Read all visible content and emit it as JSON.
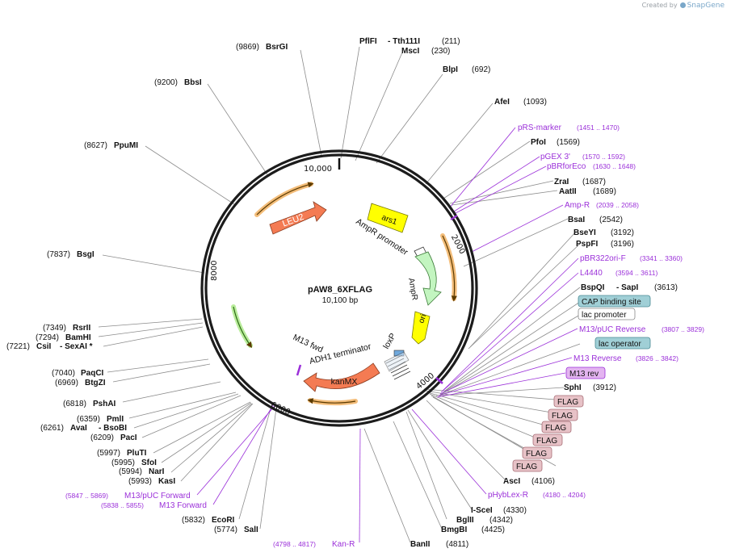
{
  "credit": {
    "prefix": "Created by",
    "app": "SnapGene"
  },
  "plasmid": {
    "name": "pAW8_6XFLAG",
    "size": "10,100 bp"
  },
  "ticks": [
    "2000",
    "4000",
    "6000",
    "8000",
    "10,000"
  ],
  "features": [
    "LEU2",
    "ars1",
    "AmpR promoter",
    "AmpR",
    "ori",
    "loxP",
    "ADH1 terminator",
    "kanMX",
    "M13 fwd"
  ],
  "enzymes": [
    {
      "name": "BsrGI",
      "pos": "(9869)"
    },
    {
      "name": "PflFI",
      "pos": ""
    },
    {
      "name": "- Tth111I",
      "pos": "(211)"
    },
    {
      "name": "MscI",
      "pos": "(230)"
    },
    {
      "name": "BlpI",
      "pos": "(692)"
    },
    {
      "name": "AfeI",
      "pos": "(1093)"
    },
    {
      "name": "BbsI",
      "pos": "(9200)"
    },
    {
      "name": "PpuMI",
      "pos": "(8627)"
    },
    {
      "name": "BsgI",
      "pos": "(7837)"
    },
    {
      "name": "RsrII",
      "pos": "(7349)"
    },
    {
      "name": "BamHI",
      "pos": "(7294)"
    },
    {
      "name": "CsiI",
      "pos": "(7221)"
    },
    {
      "name": "- SexAI *",
      "pos": ""
    },
    {
      "name": "PaqCI",
      "pos": "(7040)"
    },
    {
      "name": "BtgZI",
      "pos": "(6969)"
    },
    {
      "name": "PshAI",
      "pos": "(6818)"
    },
    {
      "name": "PmlI",
      "pos": "(6359)"
    },
    {
      "name": "AvaI",
      "pos": "(6261)"
    },
    {
      "name": "- BsoBI",
      "pos": ""
    },
    {
      "name": "PacI",
      "pos": "(6209)"
    },
    {
      "name": "PluTI",
      "pos": "(5997)"
    },
    {
      "name": "SfoI",
      "pos": "(5995)"
    },
    {
      "name": "NarI",
      "pos": "(5994)"
    },
    {
      "name": "KasI",
      "pos": "(5993)"
    },
    {
      "name": "EcoRI",
      "pos": "(5832)"
    },
    {
      "name": "SalI",
      "pos": "(5774)"
    },
    {
      "name": "BanII",
      "pos": "(4811)"
    },
    {
      "name": "BmgBI",
      "pos": "(4425)"
    },
    {
      "name": "BglII",
      "pos": "(4342)"
    },
    {
      "name": "I-SceI",
      "pos": "(4330)"
    },
    {
      "name": "AscI",
      "pos": "(4106)"
    },
    {
      "name": "SphI",
      "pos": "(3912)"
    },
    {
      "name": "BspQI",
      "pos": ""
    },
    {
      "name": "- SapI",
      "pos": "(3613)"
    },
    {
      "name": "PspFI",
      "pos": "(3196)"
    },
    {
      "name": "BseYI",
      "pos": "(3192)"
    },
    {
      "name": "BsaI",
      "pos": "(2542)"
    },
    {
      "name": "AatII",
      "pos": "(1689)"
    },
    {
      "name": "ZraI",
      "pos": "(1687)"
    },
    {
      "name": "PfoI",
      "pos": "(1569)"
    }
  ],
  "primers": [
    {
      "name": "pRS-marker",
      "range": "(1451 .. 1470)"
    },
    {
      "name": "pGEX 3'",
      "range": "(1570 .. 1592)"
    },
    {
      "name": "pBRforEco",
      "range": "(1630 .. 1648)"
    },
    {
      "name": "Amp-R",
      "range": "(2039 .. 2058)"
    },
    {
      "name": "pBR322ori-F",
      "range": "(3341 .. 3360)"
    },
    {
      "name": "L4440",
      "range": "(3594 .. 3611)"
    },
    {
      "name": "M13/pUC Reverse",
      "range": "(3807 .. 3829)"
    },
    {
      "name": "M13 Reverse",
      "range": "(3826 .. 3842)"
    },
    {
      "name": "pHybLex-R",
      "range": "(4180 .. 4204)"
    },
    {
      "name": "Kan-R",
      "range": "(4798 .. 4817)"
    },
    {
      "name": "M13/pUC Forward",
      "range": "(5847 .. 5869)"
    },
    {
      "name": "M13 Forward",
      "range": "(5838 .. 5855)"
    }
  ],
  "boxes": [
    "CAP binding site",
    "lac promoter",
    "lac operator",
    "M13 rev",
    "FLAG"
  ]
}
